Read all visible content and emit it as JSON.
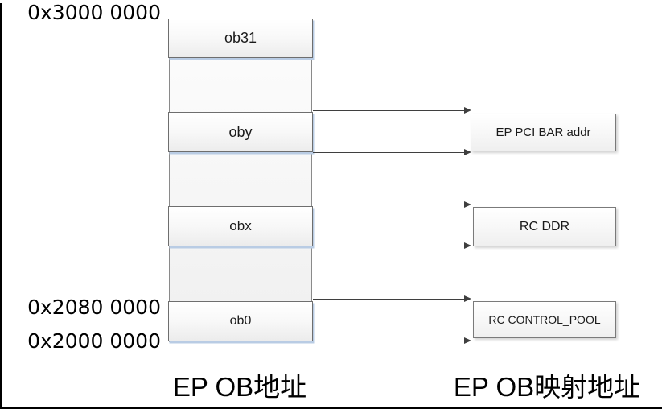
{
  "diagram": {
    "address_labels": {
      "top": "0x3000 0000",
      "mid": "0x2080 0000",
      "bottom": "0x2000 0000"
    },
    "ob_boxes": [
      {
        "label": "ob31"
      },
      {
        "label": "oby"
      },
      {
        "label": "obx"
      },
      {
        "label": "ob0"
      }
    ],
    "mapped_boxes": [
      {
        "label": "EP PCI BAR addr"
      },
      {
        "label": "RC DDR"
      },
      {
        "label": "RC CONTROL_POOL"
      }
    ],
    "captions": {
      "left": "EP OB地址",
      "right": "EP OB映射地址"
    },
    "colors": {
      "frame": "#000000",
      "box_border": "#6e6e6e",
      "box_fill_top": "#ffffff",
      "box_fill_bottom": "#ececec",
      "accent_shadow": "#b9cce4",
      "arrow": "#3f3f3f"
    }
  }
}
